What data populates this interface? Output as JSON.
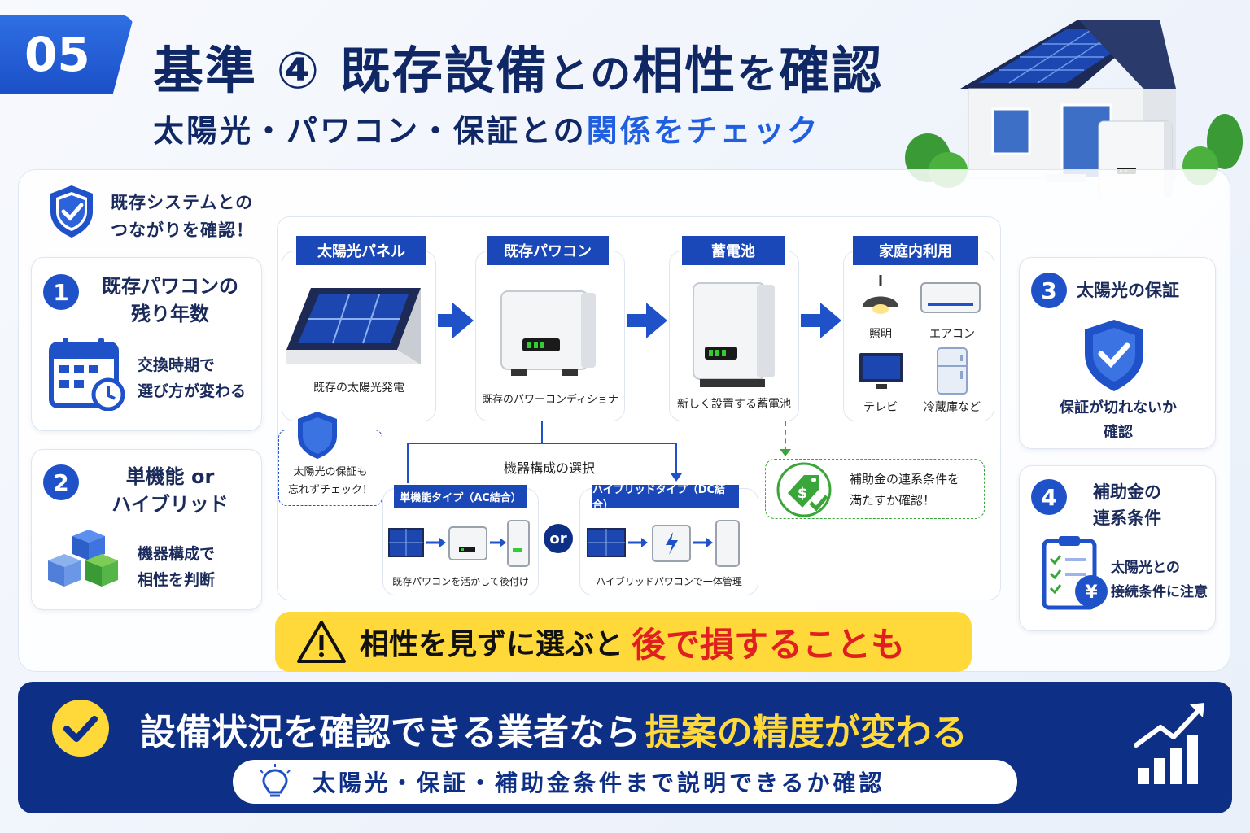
{
  "header": {
    "number": "05",
    "title_part1": "基準",
    "title_circle": "④",
    "title_part2": "既存設備",
    "title_part3": "との",
    "title_part4": "相性",
    "title_part5": "を",
    "title_part6": "確認",
    "subtitle_part1": "太陽光・パワコン・保証との",
    "subtitle_part2": "関係をチェック"
  },
  "intro": {
    "line1": "既存システムとの",
    "line2": "つながりを確認！"
  },
  "left_cards": [
    {
      "num": "1",
      "title_l1": "既存パワコンの",
      "title_l2": "残り年数",
      "desc_l1": "交換時期で",
      "desc_l2": "選び方が変わる"
    },
    {
      "num": "2",
      "title_l1": "単機能 or",
      "title_l2": "ハイブリッド",
      "desc_l1": "機器構成で",
      "desc_l2": "相性を判断"
    }
  ],
  "right_cards": [
    {
      "num": "3",
      "title_l1": "太陽光の保証",
      "desc_l1": "保証が切れないか",
      "desc_l2": "確認"
    },
    {
      "num": "4",
      "title_l1": "補助金の",
      "title_l2": "連系条件",
      "desc_l1": "太陽光との",
      "desc_l2": "接続条件に注意"
    }
  ],
  "flow": {
    "steps": [
      {
        "label": "太陽光パネル",
        "caption": "既存の太陽光発電"
      },
      {
        "label": "既存パワコン",
        "caption": "既存のパワーコンディショナ"
      },
      {
        "label": "蓄電池",
        "caption": "新しく設置する蓄電池"
      },
      {
        "label": "家庭内利用",
        "caption": ""
      }
    ],
    "appliances": [
      "照明",
      "エアコン",
      "テレビ",
      "冷蔵庫など"
    ],
    "warranty_note_l1": "太陽光の保証も",
    "warranty_note_l2": "忘れずチェック！",
    "subsidy_note_l1": "補助金の連系条件を",
    "subsidy_note_l2": "満たすか確認！",
    "choice_label": "機器構成の選択",
    "option_a_label": "単機能タイプ（AC結合）",
    "option_a_caption": "既存パワコンを活かして後付け",
    "or_label": "or",
    "option_b_label": "ハイブリッドタイプ（DC結合）",
    "option_b_caption": "ハイブリッドパワコンで一体管理"
  },
  "warning": {
    "text1": "相性を見ずに選ぶと",
    "text2": "後で損することも"
  },
  "bottom": {
    "text1": "設備状況を確認できる業者なら",
    "text2": "提案の精度が変わる",
    "sub": "太陽光・保証・補助金条件まで説明できるか確認"
  },
  "colors": {
    "navy": "#0e2f86",
    "blue": "#1f52c9",
    "yellow": "#ffd93a",
    "red": "#e02020",
    "green": "#3aa63a"
  }
}
